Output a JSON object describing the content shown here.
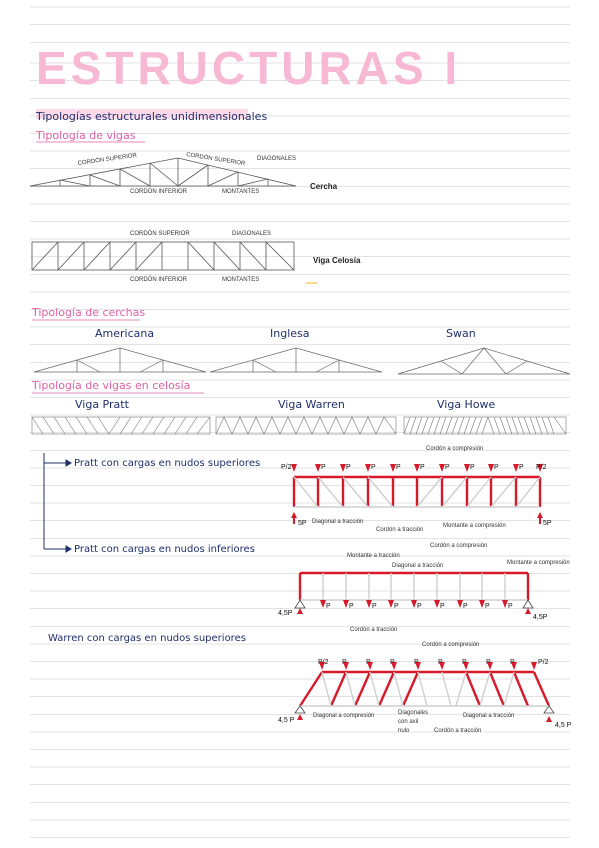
{
  "title": "ESTRUCTURAS I",
  "subtitle": "Tipologías estructurales unidimensionales",
  "sections": {
    "vigas": "Tipología de vigas",
    "cerchas": "Tipología de cerchas",
    "celosia": "Tipología de vigas en celosía"
  },
  "labels": {
    "cordon_superior": "CORDÓN SUPERIOR",
    "cordon_inferior": "CORDÓN INFERIOR",
    "diagonales": "DIAGONALES",
    "montantes": "MONTANTES",
    "cercha": "Cercha",
    "viga_celosia": "Viga Celosía"
  },
  "cerchas": [
    "Americana",
    "Inglesa",
    "Swan"
  ],
  "vigas_celosia": [
    "Viga Pratt",
    "Viga Warren",
    "Viga Howe"
  ],
  "cases": {
    "pratt_sup": "Pratt con cargas en nudos superiores",
    "pratt_inf": "Pratt con cargas en nudos inferiores",
    "warren_sup": "Warren con cargas en nudos superiores"
  },
  "diagram_labels": {
    "cordon_compresion": "Cordón a compresión",
    "cordon_traccion": "Cordón a tracción",
    "diagonal_traccion": "Diagonal a tracción",
    "diagonal_compresion": "Diagonal a compresión",
    "montante_compresion": "Montante a compresión",
    "montante_traccion": "Montante a tracción",
    "diagonales_axil": "Diagonales",
    "con_axil": "con axil",
    "nulo": "nulo",
    "p": "P",
    "p_half": "P/2",
    "r5p": "5P",
    "r45p": "4,5P",
    "r45p_space": "4,5 P"
  },
  "colors": {
    "title_pink": "#f7b8d3",
    "heading_pink": "#e05fa5",
    "handwriting": "#1f2f6b",
    "load_red": "#d7192a",
    "line_gray": "#555555"
  }
}
